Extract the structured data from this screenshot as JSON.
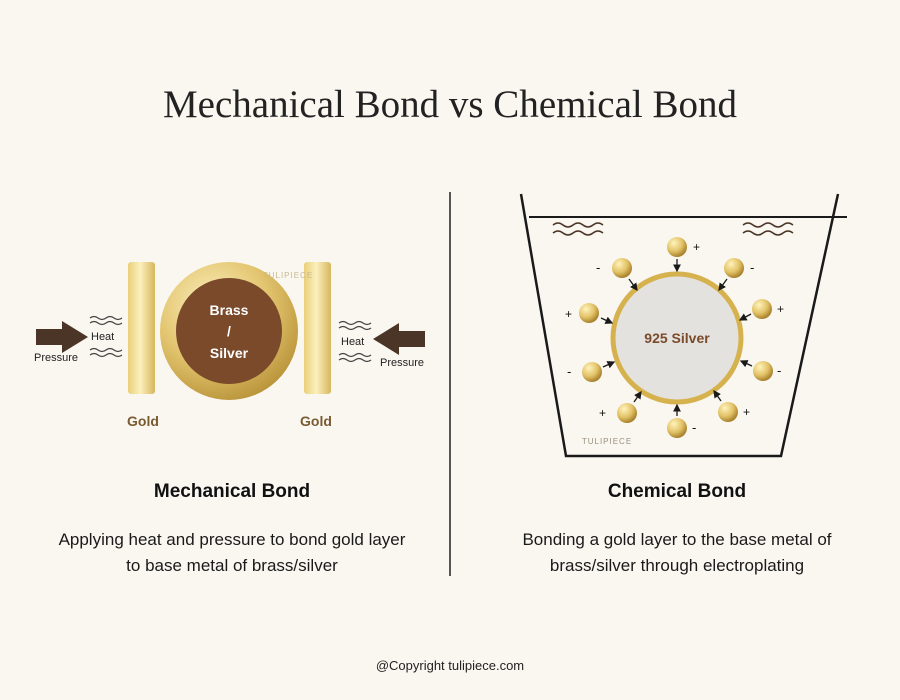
{
  "title": "Mechanical Bond vs Chemical Bond",
  "mechanical": {
    "heading": "Mechanical Bond",
    "description_line1": "Applying heat and pressure to bond gold layer",
    "description_line2": "to base metal of brass/silver",
    "core_label_line1": "Brass",
    "core_label_line2": "/",
    "core_label_line3": "Silver",
    "left_plate_label": "Gold",
    "right_plate_label": "Gold",
    "heat_label": "Heat",
    "pressure_label": "Pressure",
    "watermark": "TULIPIECE"
  },
  "chemical": {
    "heading": "Chemical Bond",
    "description_line1": "Bonding a gold layer to the base metal of",
    "description_line2": "brass/silver through electroplating",
    "core_label": "925 Silver",
    "watermark": "TULIPIECE",
    "positive_sign": "+",
    "negative_sign": "-"
  },
  "copyright": "@Copyright tulipiece.com",
  "colors": {
    "background": "#faf7f1",
    "gold_light": "#f6e39a",
    "gold_dark": "#b08a2e",
    "brass_core": "#7a4a2b",
    "label_brown": "#7a5a30",
    "arrow_brown": "#4a3526",
    "silver_core": "#e4e2df"
  }
}
